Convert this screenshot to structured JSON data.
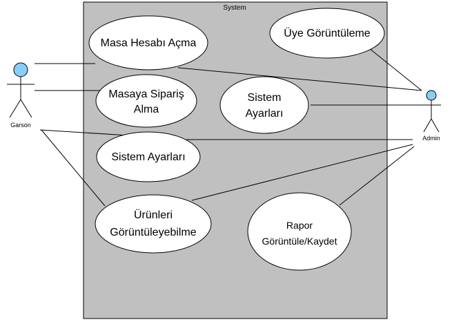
{
  "system": {
    "title": "System",
    "fill": "#c0c0c0"
  },
  "actors": [
    {
      "id": "garson",
      "label": "Garson",
      "head_color": "#87cefa"
    },
    {
      "id": "admin",
      "label": "Admin",
      "head_color": "#87cefa"
    }
  ],
  "use_cases": [
    {
      "id": "masa-hesabi",
      "lines": [
        "Masa Hesabı Açma"
      ]
    },
    {
      "id": "uye-goruntuleme",
      "lines": [
        "Üye Görüntüleme"
      ]
    },
    {
      "id": "masaya-siparis",
      "lines": [
        "Masaya Sipariş",
        "Alma"
      ]
    },
    {
      "id": "sistem-ayarlari-1",
      "lines": [
        "Sistem",
        "Ayarları"
      ]
    },
    {
      "id": "sistem-ayarlari-2",
      "lines": [
        "Sistem Ayarları"
      ]
    },
    {
      "id": "urunleri-goruntuleme",
      "lines": [
        "Ürünleri",
        "Görüntüleyebilme"
      ]
    },
    {
      "id": "rapor",
      "lines": [
        "Rapor",
        "Görüntüle/Kaydet"
      ]
    }
  ],
  "associations": [
    {
      "from": "garson",
      "to": "masa-hesabi"
    },
    {
      "from": "garson",
      "to": "masaya-siparis"
    },
    {
      "from": "garson",
      "to": "sistem-ayarlari-2"
    },
    {
      "from": "garson",
      "to": "urunleri-goruntuleme"
    },
    {
      "from": "admin",
      "to": "masa-hesabi"
    },
    {
      "from": "admin",
      "to": "uye-goruntuleme"
    },
    {
      "from": "admin",
      "to": "sistem-ayarlari-1"
    },
    {
      "from": "admin",
      "to": "sistem-ayarlari-2"
    },
    {
      "from": "admin",
      "to": "urunleri-goruntuleme"
    },
    {
      "from": "admin",
      "to": "rapor"
    }
  ]
}
